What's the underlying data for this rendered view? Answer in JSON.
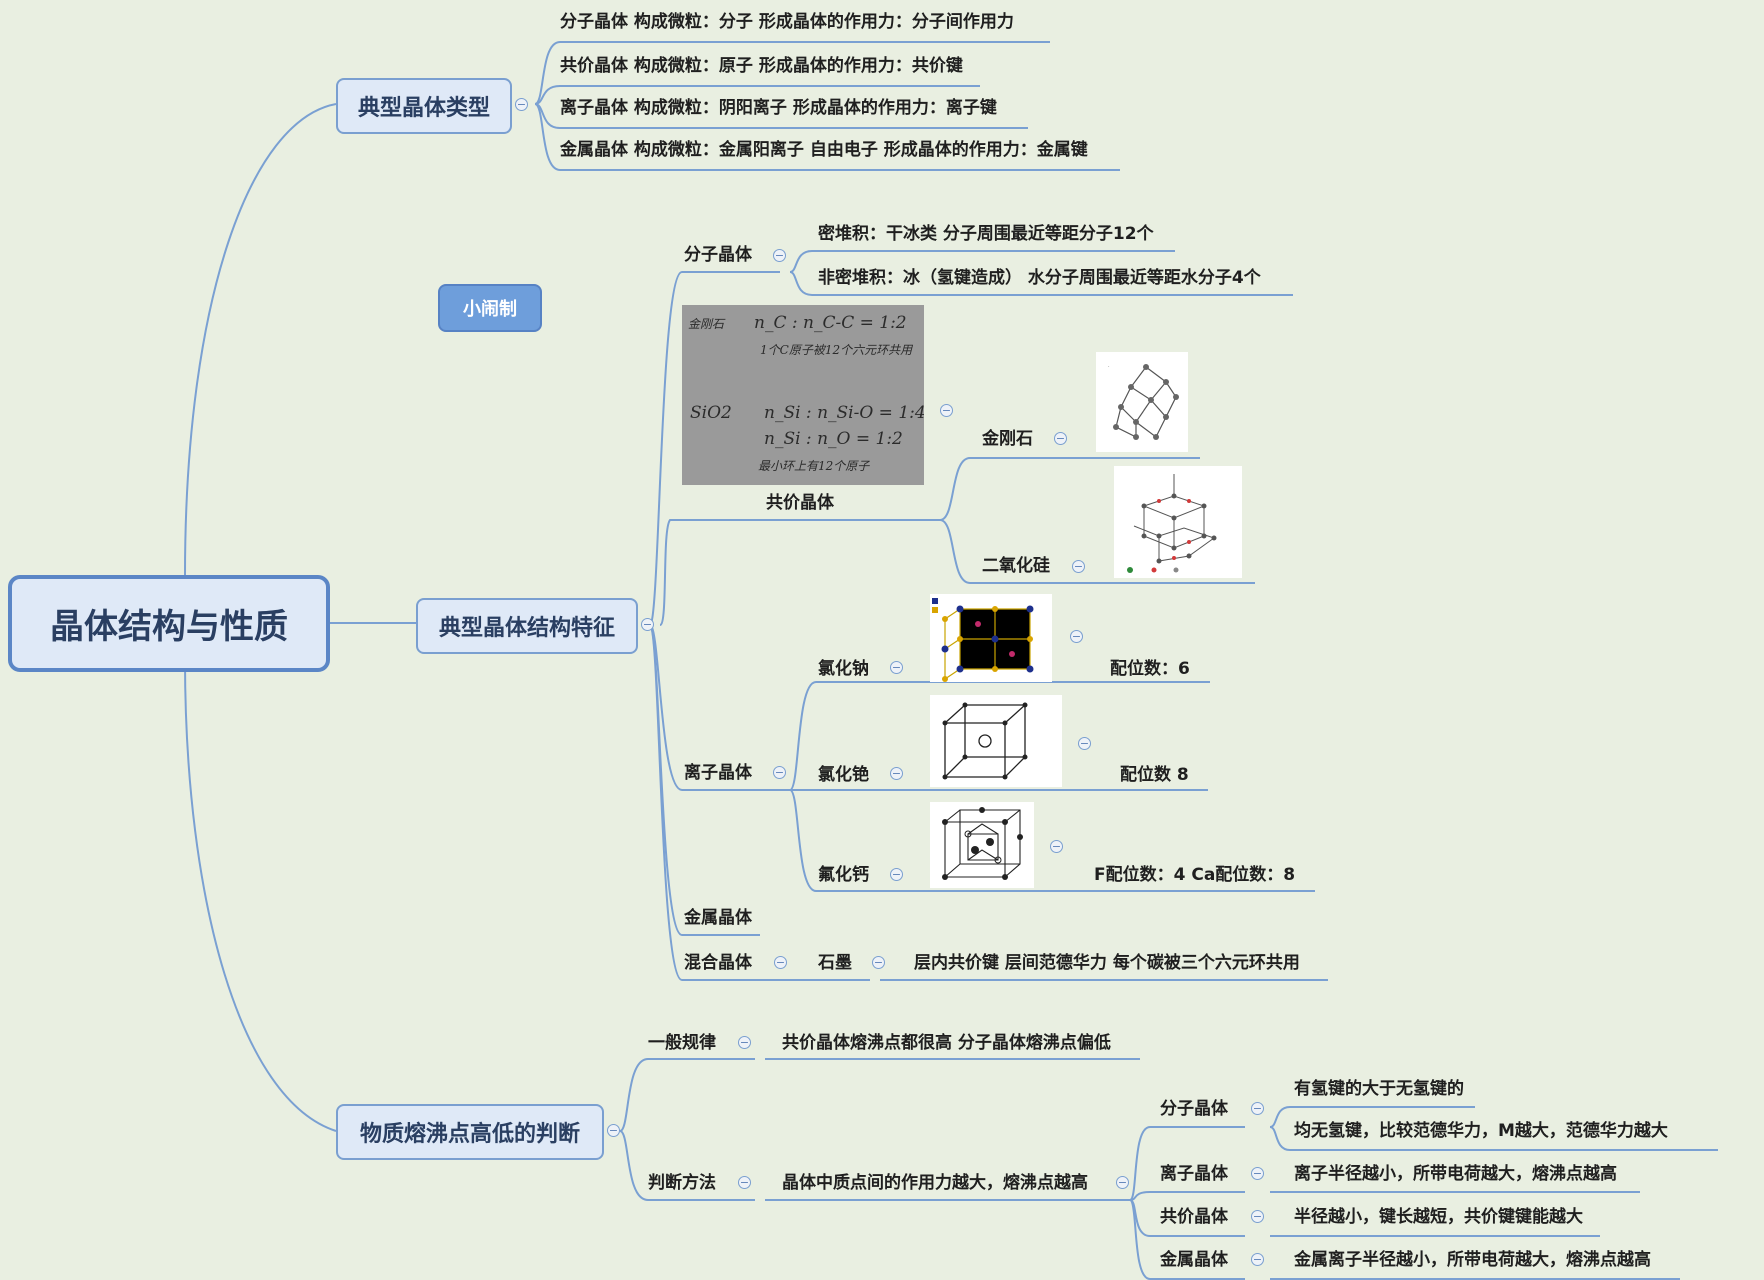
{
  "root": {
    "label": "晶体结构与性质"
  },
  "note": {
    "label": "小闹制"
  },
  "types": {
    "label": "典型晶体类型",
    "items": [
      "分子晶体 构成微粒：分子 形成晶体的作用力：分子间作用力",
      "共价晶体 构成微粒：原子 形成晶体的作用力：共价键",
      "离子晶体 构成微粒：阴阳离子 形成晶体的作用力：离子键",
      "金属晶体 构成微粒：金属阳离子 自由电子 形成晶体的作用力：金属键"
    ]
  },
  "features": {
    "label": "典型晶体结构特征",
    "molecular": {
      "label": "分子晶体",
      "items": [
        "密堆积：干冰类 分子周围最近等距分子12个",
        "非密堆积：冰（氢键造成） 水分子周围最近等距水分子4个"
      ]
    },
    "covalent": {
      "label": "共价晶体",
      "photo_lines": [
        "金刚石",
        "n_C : n_C-C = 1:2",
        "1个C原子被12个六元环共用",
        "SiO2",
        "n_Si : n_Si-O = 1:4",
        "n_Si : n_O = 1:2",
        "最小环上有12个原子"
      ],
      "diamond": "金刚石",
      "sio2": "二氧化硅"
    },
    "ionic": {
      "label": "离子晶体",
      "nacl": {
        "label": "氯化钠",
        "cn": "配位数：6"
      },
      "cscl": {
        "label": "氯化铯",
        "cn": "配位数 8"
      },
      "caf2": {
        "label": "氟化钙",
        "cn": "F配位数：4  Ca配位数：8"
      }
    },
    "metal": {
      "label": "金属晶体"
    },
    "mixed": {
      "label": "混合晶体",
      "graphite": "石墨",
      "desc": "层内共价键 层间范德华力 每个碳被三个六元环共用"
    }
  },
  "melting": {
    "label": "物质熔沸点高低的判断",
    "general": {
      "label": "一般规律",
      "desc": "共价晶体熔沸点都很高  分子晶体熔沸点偏低"
    },
    "method": {
      "label": "判断方法",
      "desc": "晶体中质点间的作用力越大，熔沸点越高",
      "molecular": {
        "label": "分子晶体",
        "items": [
          "有氢键的大于无氢键的",
          "均无氢键，比较范德华力，M越大，范德华力越大"
        ]
      },
      "ionic": {
        "label": "离子晶体",
        "desc": "离子半径越小，所带电荷越大，熔沸点越高"
      },
      "covalent": {
        "label": "共价晶体",
        "desc": "半径越小，键长越短，共价键键能越大"
      },
      "metal": {
        "label": "金属晶体",
        "desc": "金属离子半径越小，所带电荷越大，熔沸点越高"
      }
    }
  },
  "colors": {
    "line": "#7aa0d2",
    "box_fill": "#dfe9f7",
    "note_fill": "#6e9edb",
    "background": "#e9efe1"
  }
}
